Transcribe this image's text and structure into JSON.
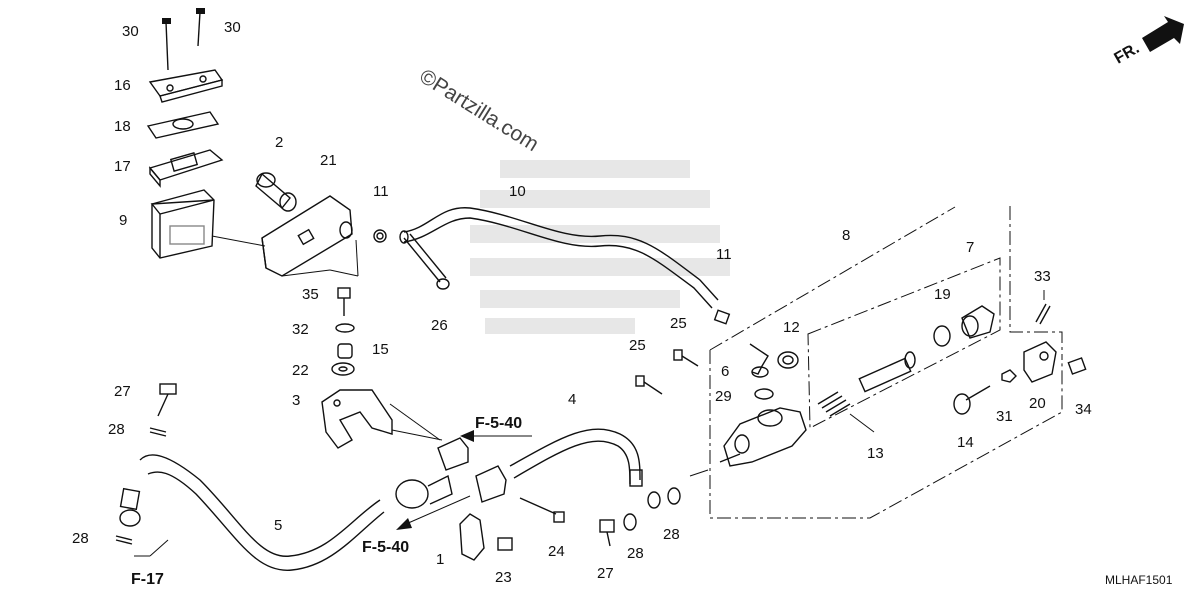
{
  "diagram": {
    "watermark": "©Partzilla.com",
    "direction_label": "FR.",
    "diagram_code": "MLHAF1501",
    "section_refs": [
      "F-5-40",
      "F-5-40",
      "F-17"
    ],
    "callouts": [
      "30",
      "30",
      "16",
      "18",
      "17",
      "9",
      "2",
      "21",
      "11",
      "10",
      "11",
      "8",
      "7",
      "19",
      "33",
      "35",
      "26",
      "32",
      "15",
      "22",
      "3",
      "25",
      "25",
      "12",
      "6",
      "29",
      "27",
      "28",
      "4",
      "13",
      "14",
      "31",
      "20",
      "34",
      "5",
      "28",
      "24",
      "1",
      "23",
      "27",
      "28",
      "28"
    ]
  }
}
